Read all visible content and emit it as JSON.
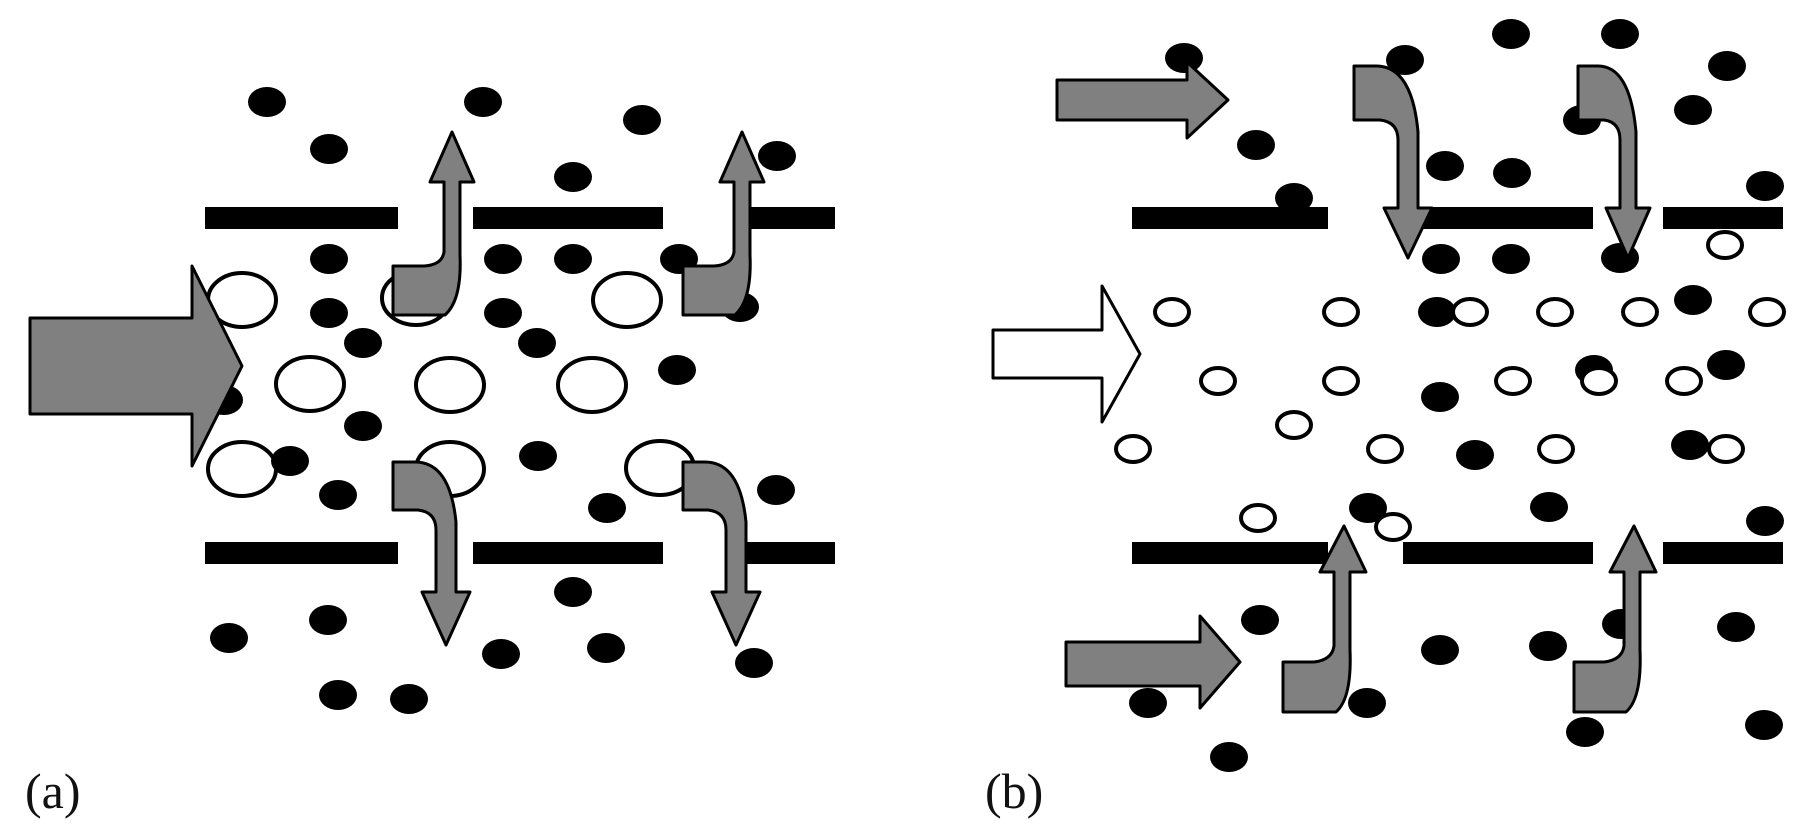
{
  "panels": [
    {
      "id": "a",
      "label": "(a)"
    },
    {
      "id": "b",
      "label": "(b)"
    }
  ],
  "colors": {
    "background": "#ffffff",
    "solid_particle": "#000000",
    "flow_arrow": "#808080",
    "outline": "#000000",
    "open_flow_arrow": "#ffffff"
  }
}
